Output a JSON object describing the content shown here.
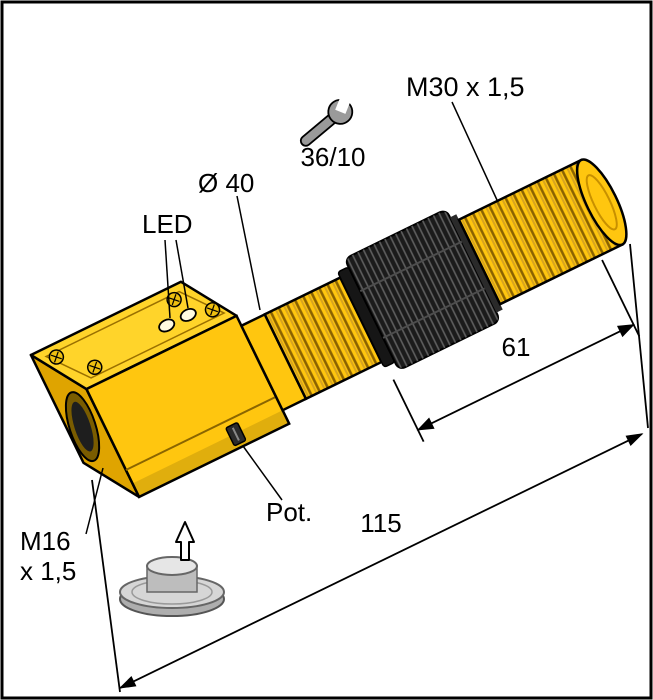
{
  "labels": {
    "thread_spec": "M30 x 1,5",
    "wrench_size": "36/10",
    "diameter": "Ø 40",
    "led": "LED",
    "thread_length": "61",
    "total_length": "115",
    "pot": "Pot.",
    "gland_line1": "M16",
    "gland_line2": "x 1,5"
  },
  "icons": {
    "wrench": "wrench-icon",
    "up_arrow": "up-arrow-icon"
  },
  "colors": {
    "body_yellow": "#FFC60F",
    "body_yellow_light": "#FFD42A",
    "body_yellow_dark": "#DFA400",
    "nut_black": "#1B1B1B",
    "cap_grey": "#D6D6D6",
    "outline": "#000000"
  }
}
